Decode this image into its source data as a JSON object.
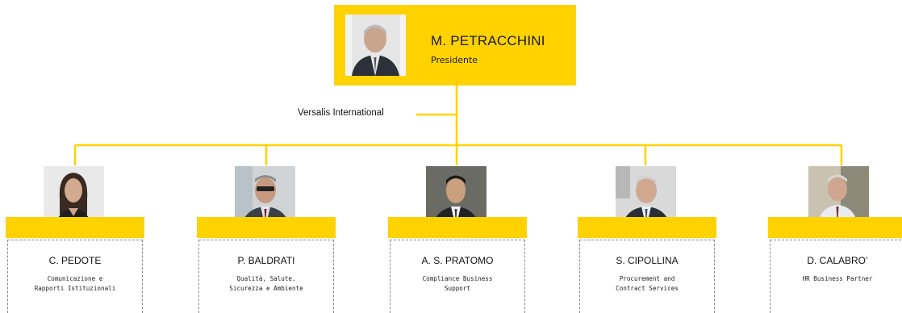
{
  "colors": {
    "accent": "#FFD200",
    "line": "#FFD200",
    "card_border": "#8a8a8a"
  },
  "president": {
    "name": "M. PETRACCHINI",
    "role": "Presidente"
  },
  "branch_label": "Versalis International",
  "members": [
    {
      "name": "C. PEDOTE",
      "role_lines": [
        "Comunicazione e",
        "Rapporti Istituzionali"
      ]
    },
    {
      "name": "P. BALDRATI",
      "role_lines": [
        "Qualità, Salute,",
        "Sicurezza e Ambiente"
      ]
    },
    {
      "name": "A. S. PRATOMO",
      "role_lines": [
        "Compliance Business",
        "Support"
      ]
    },
    {
      "name": "S. CIPOLLINA",
      "role_lines": [
        "Procurement and",
        "Contract Services"
      ]
    },
    {
      "name": "D. CALABRO’",
      "role_lines": [
        "HR Business Partner"
      ]
    }
  ]
}
